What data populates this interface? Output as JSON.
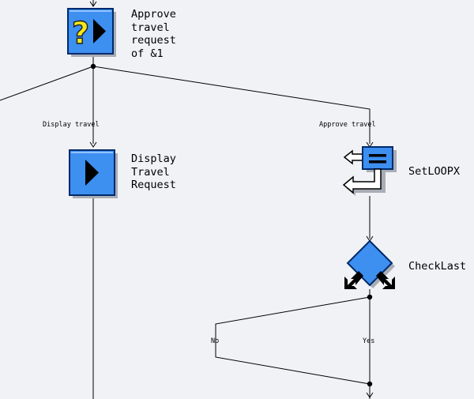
{
  "nodes": {
    "approve": {
      "label": "Approve\ntravel\nrequest\nof &1",
      "icon": "question-play-icon"
    },
    "display": {
      "label": "Display\nTravel\nRequest",
      "icon": "play-icon"
    },
    "setloop": {
      "label": "SetLOOPX",
      "icon": "assignment-icon"
    },
    "checklast": {
      "label": "CheckLast",
      "icon": "condition-diamond-icon"
    }
  },
  "edges": {
    "display_travel": "Display travel",
    "approve_travel": "Approve travel",
    "no": "No",
    "yes": "Yes"
  },
  "colors": {
    "background": "#f1f2f6",
    "icon_blue": "#3d8ff0",
    "icon_border": "#002a6b",
    "shadow": "#a9adb6",
    "question_yellow": "#f6e81a"
  }
}
